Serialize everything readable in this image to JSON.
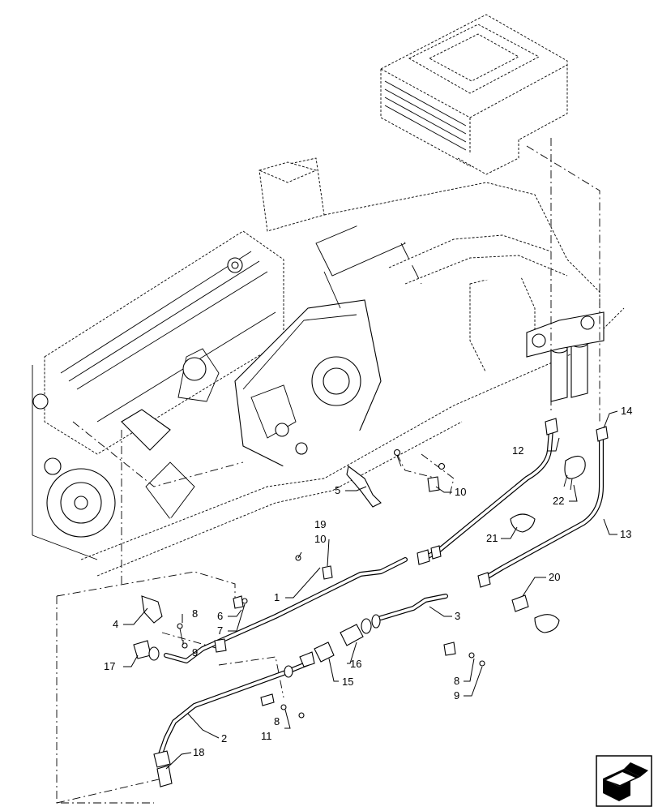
{
  "diagram": {
    "callouts": [
      {
        "id": "c1",
        "text": "1"
      },
      {
        "id": "c2",
        "text": "2"
      },
      {
        "id": "c3",
        "text": "3"
      },
      {
        "id": "c4",
        "text": "4"
      },
      {
        "id": "c5",
        "text": "5"
      },
      {
        "id": "c6",
        "text": "6"
      },
      {
        "id": "c7",
        "text": "7"
      },
      {
        "id": "c8a",
        "text": "8"
      },
      {
        "id": "c8b",
        "text": "8"
      },
      {
        "id": "c8c",
        "text": "8"
      },
      {
        "id": "c9a",
        "text": "9"
      },
      {
        "id": "c9b",
        "text": "9"
      },
      {
        "id": "c10a",
        "text": "10"
      },
      {
        "id": "c10b",
        "text": "10"
      },
      {
        "id": "c11",
        "text": "11"
      },
      {
        "id": "c12",
        "text": "12"
      },
      {
        "id": "c13",
        "text": "13"
      },
      {
        "id": "c14",
        "text": "14"
      },
      {
        "id": "c15",
        "text": "15"
      },
      {
        "id": "c16",
        "text": "16"
      },
      {
        "id": "c17",
        "text": "17"
      },
      {
        "id": "c18",
        "text": "18"
      },
      {
        "id": "c19",
        "text": "19"
      },
      {
        "id": "c20",
        "text": "20"
      },
      {
        "id": "c21",
        "text": "21"
      },
      {
        "id": "c22",
        "text": "22"
      }
    ],
    "nav_icon": "arrow-navigation-icon"
  }
}
